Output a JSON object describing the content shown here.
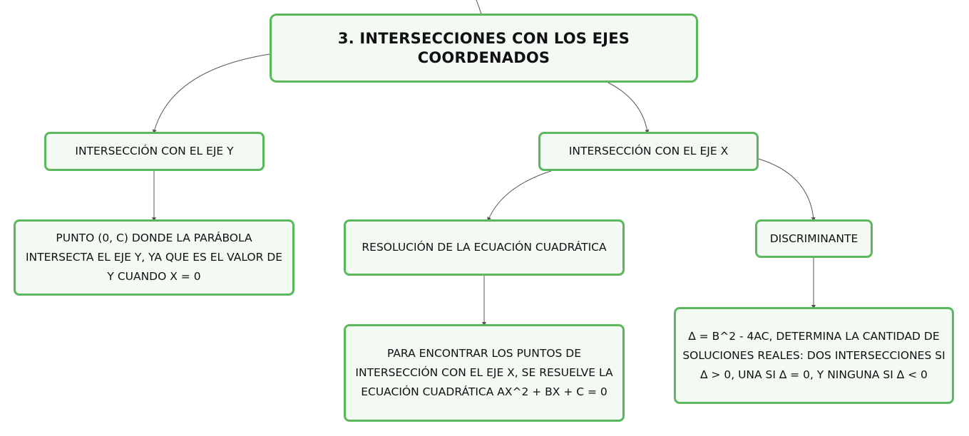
{
  "diagram": {
    "root": {
      "label": "3. INTERSECCIONES CON LOS EJES COORDENADOS"
    },
    "eje_y": {
      "label": "INTERSECCIÓN CON EL EJE Y",
      "detail": "PUNTO (0, C) DONDE LA PARÁBOLA INTERSECTA EL EJE Y, YA QUE ES EL VALOR DE Y CUANDO X = 0"
    },
    "eje_x": {
      "label": "INTERSECCIÓN CON EL EJE X",
      "resolucion": {
        "label": "RESOLUCIÓN DE LA ECUACIÓN CUADRÁTICA",
        "detail": "PARA ENCONTRAR LOS PUNTOS DE INTERSECCIÓN CON EL EJE X, SE RESUELVE LA ECUACIÓN CUADRÁTICA AX^2 + BX + C = 0"
      },
      "discriminante": {
        "label": "DISCRIMINANTE",
        "detail": "∆ = B^2 - 4AC, DETERMINA LA CANTIDAD DE SOLUCIONES REALES: DOS INTERSECCIONES SI ∆ > 0, UNA SI ∆ = 0, Y NINGUNA SI ∆ < 0"
      }
    },
    "colors": {
      "border": "#5cb85c",
      "fill": "#f3faf4",
      "connector": "#555555"
    }
  }
}
